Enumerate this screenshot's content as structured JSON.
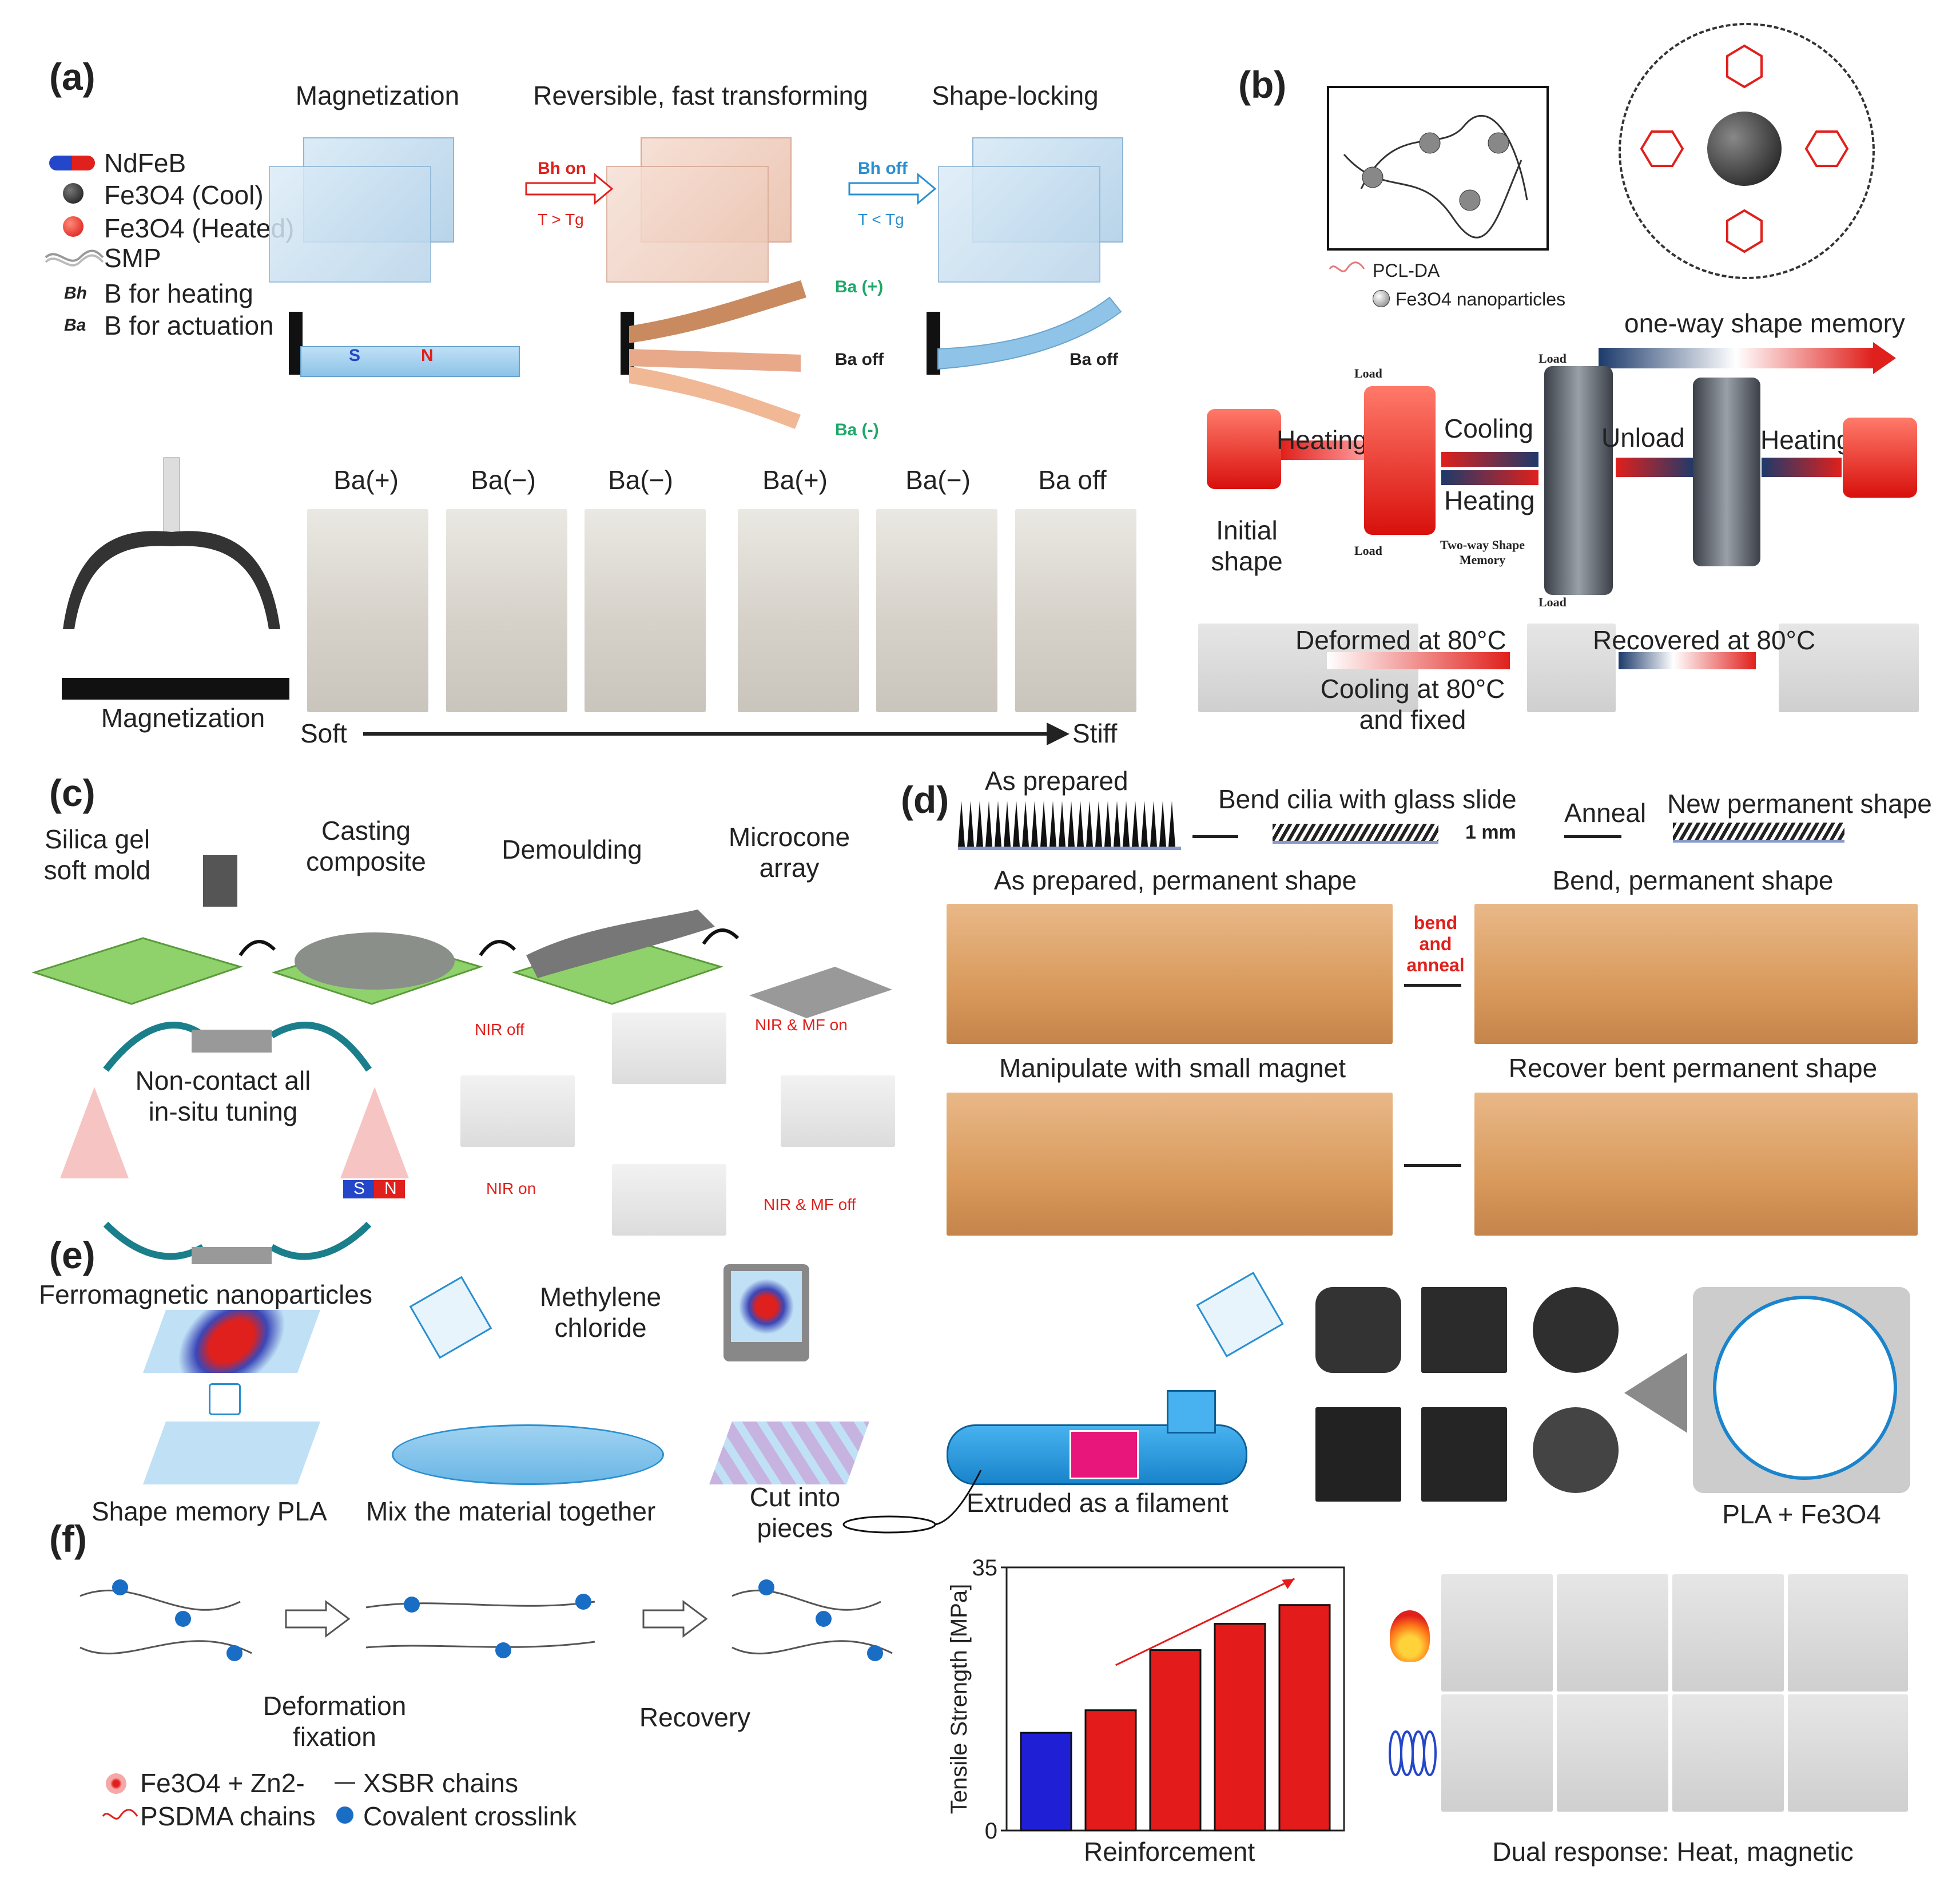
{
  "panels": {
    "a": {
      "label": "(a)",
      "steps": [
        "Magnetization",
        "Reversible, fast transforming",
        "Shape-locking"
      ],
      "legend": [
        "NdFeB",
        "Fe3O4 (Cool)",
        "Fe3O4 (Heated)",
        "SMP",
        "B for heating",
        "B  for actuation"
      ],
      "legend_sym": [
        "Bh",
        "Ba"
      ],
      "arrow1": {
        "top": "Bh on",
        "bottom": "T > Tg"
      },
      "arrow2": {
        "top": "Bh off",
        "bottom": "T < Tg"
      },
      "actuation": [
        "Ba (+)",
        "Ba off",
        "Ba (-)"
      ],
      "shape_lock_off": "Ba off",
      "magnet_s": "S",
      "magnet_n": "N",
      "photo_labels": [
        "Ba(+)",
        "Ba(−)",
        "Ba(−)",
        "Ba(+)",
        "Ba(−)",
        "Ba off"
      ],
      "magnetization": "Magnetization",
      "soft": "Soft",
      "stiff": "Stiff"
    },
    "b": {
      "label": "(b)",
      "legend": [
        "PCL-DA",
        "Fe3O4 nanoparticles"
      ],
      "one_way": "one-way shape memory",
      "load": "Load",
      "steps": [
        "Heating",
        "Cooling",
        "Heating",
        "Unload",
        "Heating"
      ],
      "initial": "Initial shape",
      "two_way": "Two-way Shape Memory",
      "photo_captions": [
        "Deformed at 80°C",
        "Cooling at 80°C and fixed",
        "Recovered at 80°C"
      ]
    },
    "c": {
      "label": "(c)",
      "steps": [
        "Silica gel soft mold",
        "Casting composite",
        "Demoulding",
        "Microcone array"
      ],
      "tuning": "Non-contact all in-situ tuning",
      "magnet_s": "S",
      "magnet_n": "N",
      "nir": [
        "NIR off",
        "NIR & MF on",
        "NIR on",
        "NIR & MF off"
      ]
    },
    "d": {
      "label": "(d)",
      "top": [
        "As prepared",
        "Bend cilia with glass slide",
        "Anneal",
        "New permanent shape"
      ],
      "scale": "1 mm",
      "photos": [
        "As prepared, permanent shape",
        "Bend, permanent shape",
        "Manipulate with small magnet",
        "Recover bent permanent shape"
      ],
      "bend_anneal": "bend and anneal"
    },
    "e": {
      "label": "(e)",
      "items": [
        "Ferromagnetic nanoparticles",
        "Shape memory PLA",
        "Methylene chloride",
        "Mix the material together",
        "Cut into pieces",
        "Extruded as a filament",
        "PLA + Fe3O4"
      ]
    },
    "f": {
      "label": "(f)",
      "steps": [
        "Deformation fixation",
        "Recovery"
      ],
      "legend": [
        "Fe3O4 + Zn2-",
        "PSDMA chains",
        "XSBR chains",
        "Covalent crosslink"
      ],
      "chart_caption": "Reinforcement",
      "photos_caption": "Dual response: Heat, magnetic"
    }
  },
  "chart_data": {
    "type": "bar",
    "categories": [
      "",
      "",
      "",
      "",
      "",
      ""
    ],
    "values": [
      13,
      16,
      24,
      27.5,
      30
    ],
    "colors": [
      "#1f1fd6",
      "#e41b1b",
      "#e41b1b",
      "#e41b1b",
      "#e41b1b"
    ],
    "title": "",
    "xlabel": "Reinforcement",
    "ylabel": "Tensile Strength [MPa]",
    "ylim": [
      0,
      35
    ],
    "yticks": [
      "0",
      "35"
    ],
    "trend_arrow_color": "#e41b1b"
  }
}
